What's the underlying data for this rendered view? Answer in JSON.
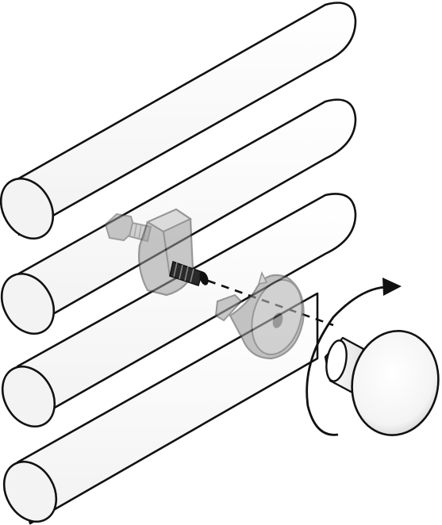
{
  "diagram": {
    "kind": "assembly-instruction",
    "labels": [],
    "colors": {
      "background": "#ffffff",
      "outline": "#111111",
      "tube_fill": "#ffffff",
      "tube_cap": "#f3f3f3",
      "translucent_part": "#9a9a9a",
      "screw_thread": "#222222",
      "knob_fill": "#ffffff"
    },
    "parts": [
      {
        "name": "rail-tube",
        "count": 4
      },
      {
        "name": "hex-bolt",
        "count": 1
      },
      {
        "name": "clamp-nut",
        "count": 1
      },
      {
        "name": "threaded-screw",
        "count": 1
      },
      {
        "name": "mounting-plate",
        "count": 1
      },
      {
        "name": "round-knob",
        "count": 1
      }
    ],
    "motion": {
      "direction": "clockwise",
      "icon": "rotation-arrow-icon"
    }
  }
}
